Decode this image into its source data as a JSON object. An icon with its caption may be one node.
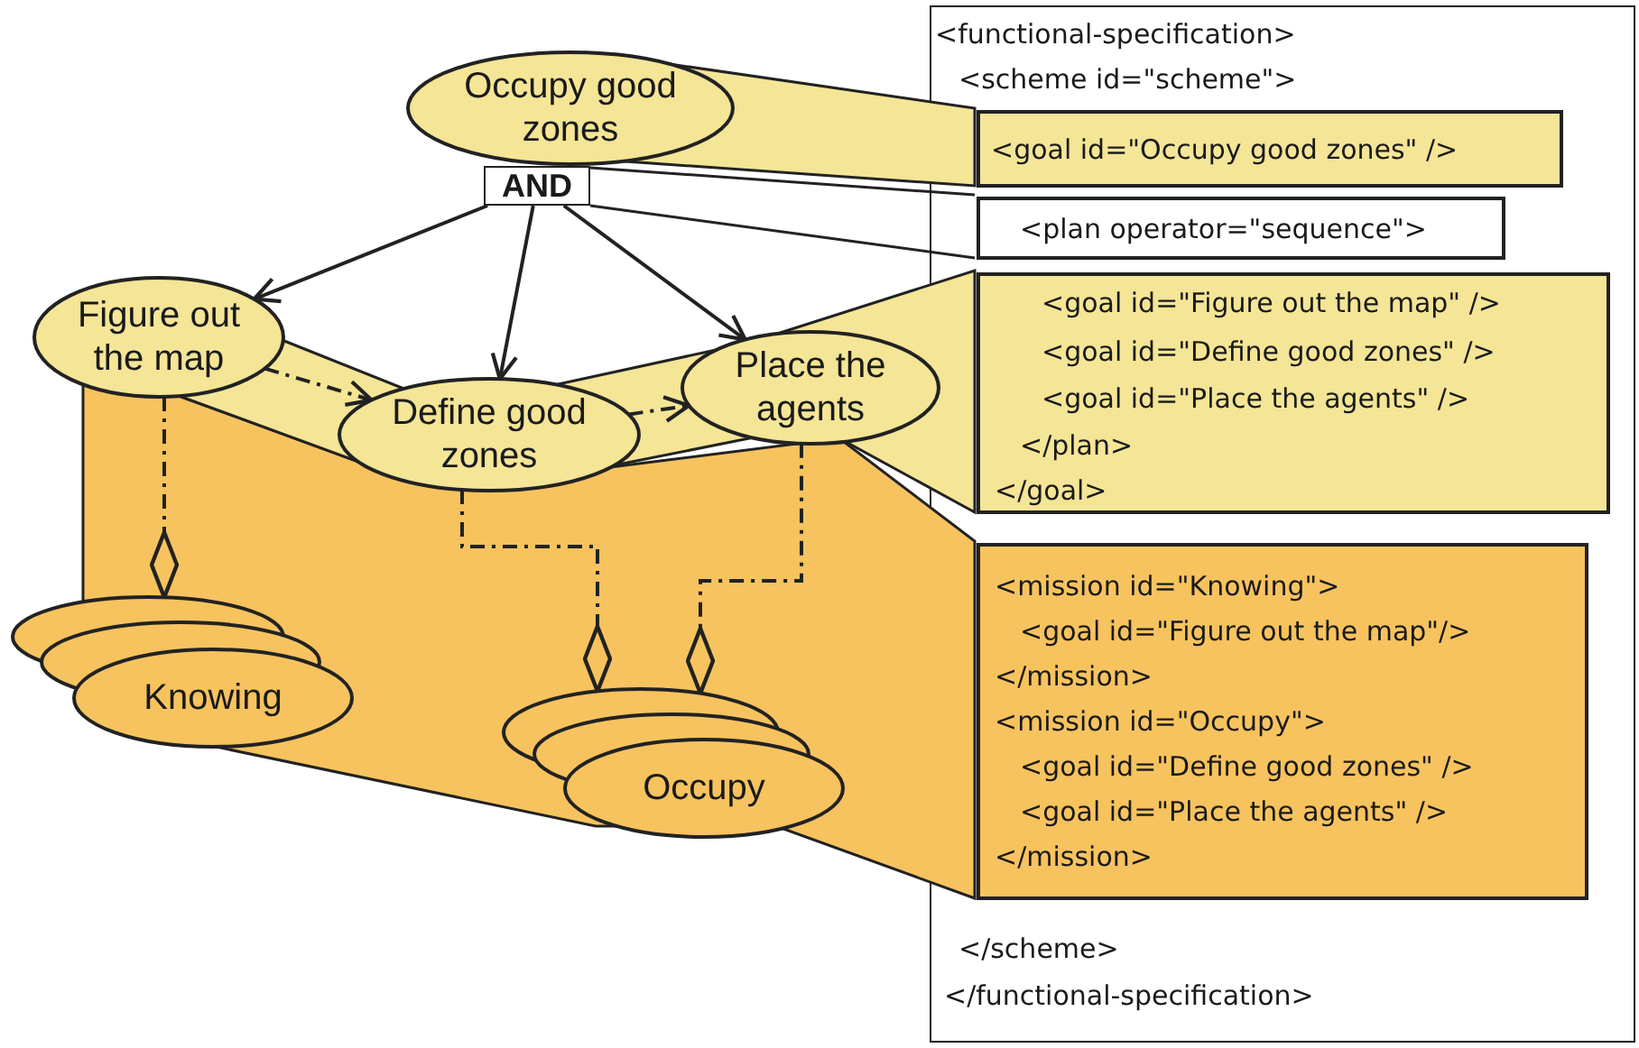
{
  "diagram": {
    "nodes": [
      {
        "text": [
          "<functional-specification>",
          "<scheme id=\"scheme\">",
          "</scheme>",
          "</functional-specification>"
        ]
      },
      {
        "text": [
          "<goal id=\"Occupy good zones\" />"
        ],
        "in": 0
      },
      {
        "text": [
          "<plan operator=\"sequence\">"
        ],
        "in": 0
      },
      {
        "text": [
          "<goal id=\"Figure out the map\" />",
          "<goal id=\"Define good zones\" />",
          "<goal id=\"Place the agents\" />",
          "</plan>",
          "</goal>"
        ],
        "in": 0
      },
      {
        "text": [
          "<mission id=\"Knowing\">",
          "<goal id=\"Figure out the map\"/>",
          "</mission>",
          "<mission id=\"Occupy\">",
          "<goal id=\"Define good zones\" />",
          "<goal id=\"Place the agents\" />",
          "</mission>"
        ],
        "in": 0
      },
      {
        "text": [
          "Occupy good zones"
        ]
      },
      {
        "text": [
          "AND"
        ]
      },
      {
        "text": [
          "Figure out the map"
        ]
      },
      {
        "text": [
          "Define good zones"
        ]
      },
      {
        "text": [
          "Place the agents"
        ]
      },
      {
        "text": [
          "Knowing"
        ]
      },
      {
        "text": [
          "Occupy"
        ]
      }
    ],
    "edges": [
      {
        "from": 6,
        "to": 7,
        "arrow": "to"
      },
      {
        "from": 6,
        "to": 8,
        "arrow": "to"
      },
      {
        "from": 6,
        "to": 9,
        "arrow": "to"
      },
      {
        "from": 7,
        "to": 8,
        "arrow": "to",
        "style": "dashed"
      },
      {
        "from": 8,
        "to": 9,
        "arrow": "to",
        "style": "dashed"
      },
      {
        "from": 7,
        "to": 10,
        "arrow": "other",
        "style": "dashed"
      },
      {
        "from": 8,
        "to": 11,
        "arrow": "other",
        "style": "dashed"
      },
      {
        "from": 9,
        "to": 11,
        "arrow": "other",
        "style": "dashed"
      }
    ]
  }
}
